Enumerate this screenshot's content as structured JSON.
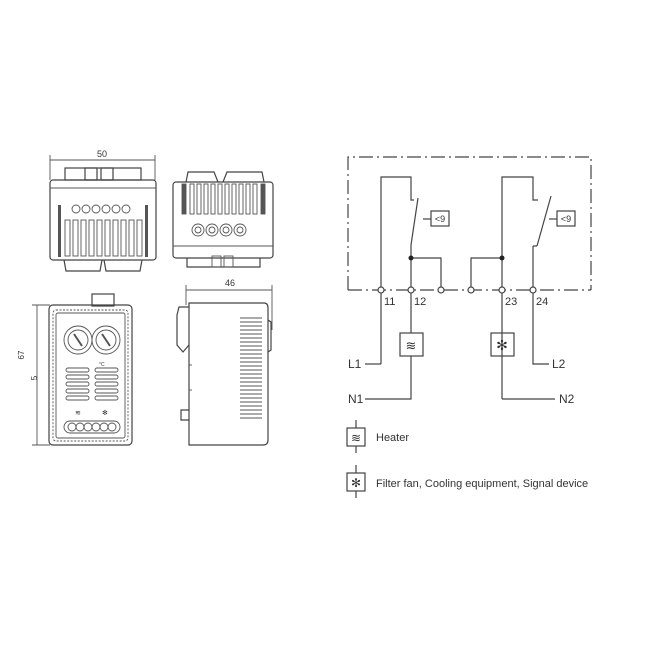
{
  "dimensions": {
    "width_top": "50",
    "depth_side": "46",
    "height_outer": "67",
    "height_inner": "5"
  },
  "front_panel": {
    "unit": "°C"
  },
  "circuit": {
    "terminals": [
      "11",
      "12",
      "23",
      "24"
    ],
    "lines": {
      "l1": "L1",
      "n1": "N1",
      "l2": "L2",
      "n2": "N2"
    },
    "sensor_label": "<9"
  },
  "legend": [
    {
      "icon": "heater-icon",
      "label": "Heater"
    },
    {
      "icon": "fan-icon",
      "label": "Filter fan, Cooling equipment, Signal device"
    }
  ]
}
